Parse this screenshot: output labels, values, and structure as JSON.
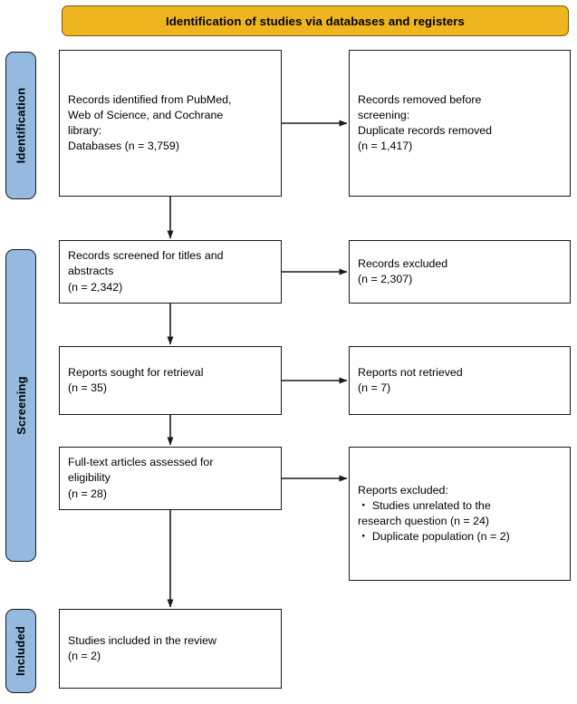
{
  "diagram": {
    "type": "prisma-flow-diagram",
    "banner": {
      "title": "Identification of studies via databases and registers",
      "color": "#EFB51E"
    },
    "stages": [
      {
        "id": "identification",
        "label": "Identification",
        "color": "#95BAE0"
      },
      {
        "id": "screening",
        "label": "Screening",
        "color": "#95BAE0"
      },
      {
        "id": "included",
        "label": "Included",
        "color": "#95BAE0"
      }
    ],
    "boxes": {
      "identified": {
        "text": "Records identified from PubMed,\nWeb of Science, and Cochrane\nlibrary:\nDatabases (n = 3,759)",
        "n": 3759
      },
      "removed": {
        "text": "Records removed before\nscreening:\nDuplicate records removed\n(n = 1,417)",
        "n": 1417
      },
      "screened": {
        "text": "Records screened for titles and\nabstracts\n(n = 2,342)",
        "n": 2342
      },
      "excluded": {
        "text": "Records excluded\n(n = 2,307)",
        "n": 2307
      },
      "sought": {
        "text": "Reports sought for retrieval\n(n = 35)",
        "n": 35
      },
      "not_retrieved": {
        "text": "Reports not retrieved\n(n = 7)",
        "n": 7
      },
      "fulltext": {
        "text": "Full-text articles assessed for\neligibility\n(n = 28)",
        "n": 28
      },
      "reports_excluded": {
        "text": "Reports excluded:\n・ Studies unrelated to the\nresearch question (n = 24)\n・ Duplicate population (n = 2)",
        "reasons": [
          {
            "label": "Studies unrelated to the research question",
            "n": 24
          },
          {
            "label": "Duplicate population",
            "n": 2
          }
        ]
      },
      "included": {
        "text": "Studies included in the review\n(n = 2)",
        "n": 2
      }
    }
  }
}
